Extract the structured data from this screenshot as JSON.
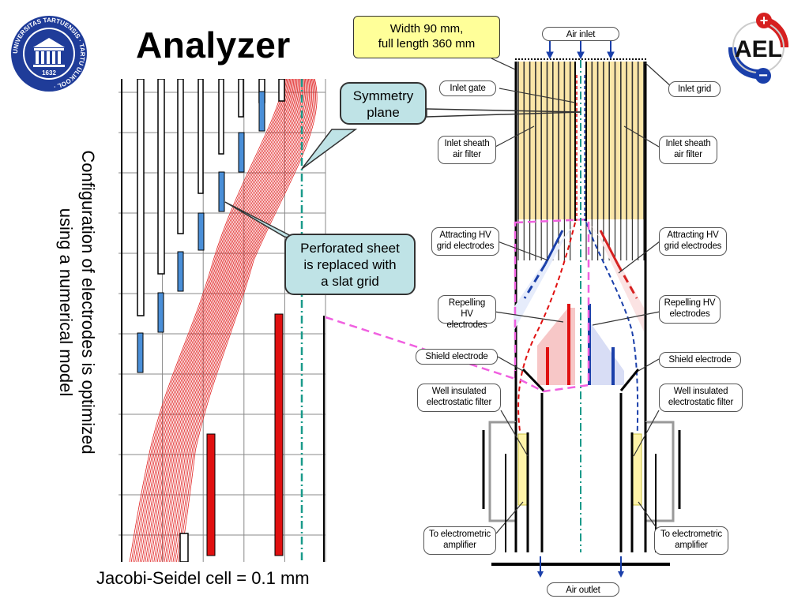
{
  "title": "Analyzer",
  "side_caption_line1": "Configuration of electrodes is optimized",
  "side_caption_line2": "using a numerical model",
  "bottom_caption": "Jacobi-Seidel cell = 0.1 mm",
  "callouts": {
    "width": [
      "Width 90 mm,",
      "full length 360 mm"
    ],
    "symmetry": [
      "Symmetry",
      "plane"
    ],
    "perforated": [
      "Perforated sheet",
      "is replaced with",
      "a slat grid"
    ]
  },
  "labels": {
    "air_inlet": "Air inlet",
    "air_outlet": "Air outlet",
    "inlet_gate": "Inlet gate",
    "inlet_grid": "Inlet grid",
    "inlet_sheath_left": [
      "Inlet sheath",
      "air filter"
    ],
    "inlet_sheath_right": [
      "Inlet sheath",
      "air filter"
    ],
    "attracting_left": [
      "Attracting HV",
      "grid electrodes"
    ],
    "attracting_right": [
      "Attracting HV",
      "grid electrodes"
    ],
    "repelling_left": [
      "Repelling HV",
      "electrodes"
    ],
    "repelling_right": [
      "Repelling HV",
      "electrodes"
    ],
    "shield_left": "Shield electrode",
    "shield_right": "Shield electrode",
    "well_left": [
      "Well insulated",
      "electrostatic filter"
    ],
    "well_right": [
      "Well insulated",
      "electrostatic filter"
    ],
    "amp_left": [
      "To electrometric",
      "amplifier"
    ],
    "amp_right": [
      "To electrometric",
      "amplifier"
    ]
  },
  "logo_left": {
    "year": "1632",
    "ring_text": "UNIVERSITAS TARTUENSIS · TARTU ÜLIKOOL ·"
  },
  "logo_right": {
    "text": "AEL",
    "plus": "+",
    "minus": "−"
  },
  "colors": {
    "trajectory": "#e02020",
    "blue_electrode": "#4a8fd8",
    "red_electrode": "#e01010",
    "filter_fill": "#fbe6a8",
    "callout_fill": "#bfe3e6",
    "width_box_fill": "#ffff99",
    "symmetry_line": "#1a9a8a",
    "dashed_pink": "#f060e0"
  }
}
